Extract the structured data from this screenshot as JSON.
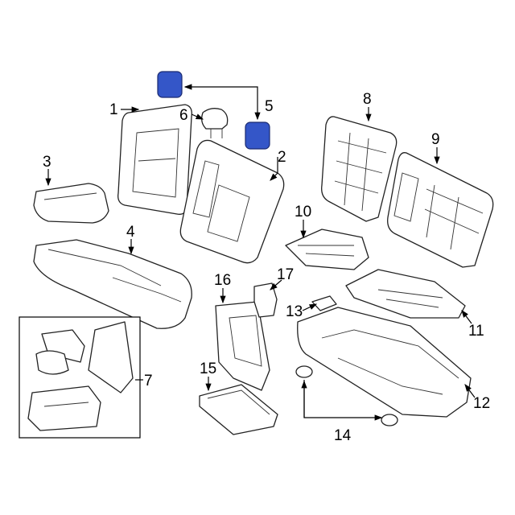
{
  "diagram": {
    "highlight_color": "#3456c8",
    "callouts": {
      "c1": "1",
      "c2": "2",
      "c3": "3",
      "c4": "4",
      "c5": "5",
      "c6": "6",
      "c7": "7",
      "c8": "8",
      "c9": "9",
      "c10": "10",
      "c11": "11",
      "c12": "12",
      "c13": "13",
      "c14": "14",
      "c15": "15",
      "c16": "16",
      "c17": "17"
    }
  }
}
